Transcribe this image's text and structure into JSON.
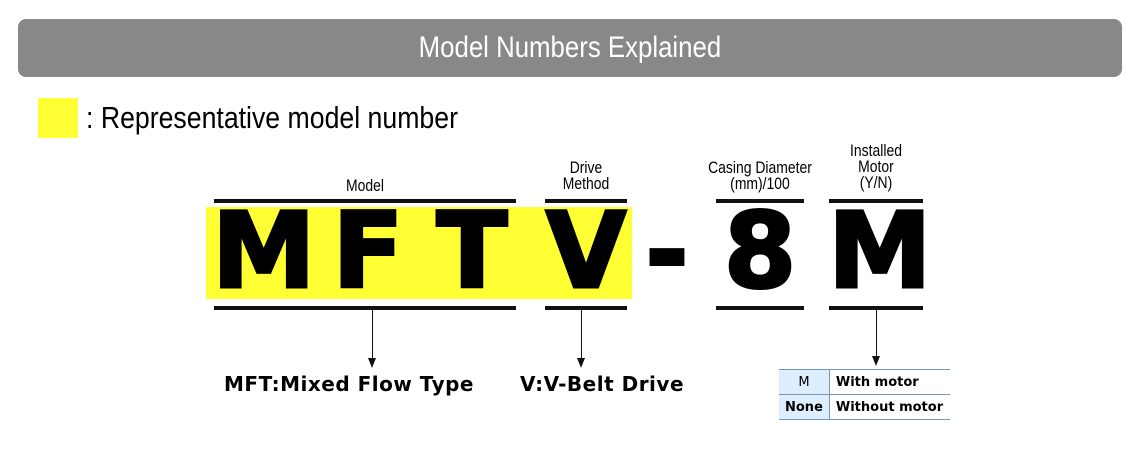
{
  "header": {
    "title": "Model Numbers Explained"
  },
  "legend": {
    "text": ": Representative model number",
    "color": "#ffff33"
  },
  "colors": {
    "highlight": "#ffff33",
    "table_code_bg": "#ddeeff",
    "table_border": "#7a93b8"
  },
  "segments": {
    "model": {
      "label": "Model",
      "letters": [
        "M",
        "F",
        "T"
      ],
      "description": "MFT:Mixed Flow Type"
    },
    "drive": {
      "label": "Drive\nMethod",
      "letter": "V",
      "description": "V:V-Belt Drive"
    },
    "dash": "-",
    "diameter": {
      "label": "Casing Diameter\n(mm)/100",
      "letter": "8"
    },
    "motor": {
      "label": "Installed\nMotor\n(Y/N)",
      "letter": "M"
    }
  },
  "motor_table": {
    "rows": [
      {
        "code": "M",
        "meaning": "With motor"
      },
      {
        "code": "None",
        "meaning": "Without motor"
      }
    ]
  }
}
